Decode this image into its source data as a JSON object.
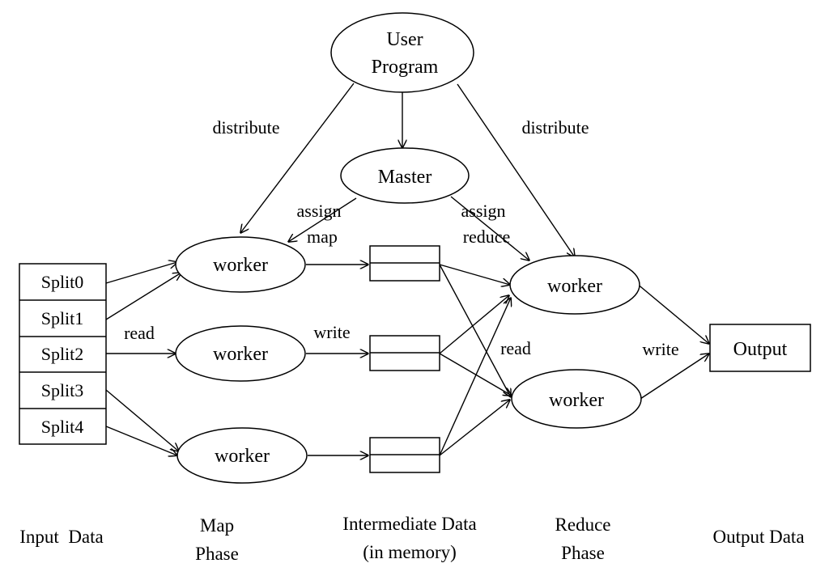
{
  "nodes": {
    "user_program": [
      "User",
      "Program"
    ],
    "master": "Master",
    "map_workers": [
      "worker",
      "worker",
      "worker"
    ],
    "reduce_workers": [
      "worker",
      "worker"
    ],
    "splits": [
      "Split0",
      "Split1",
      "Split2",
      "Split3",
      "Split4"
    ],
    "output": "Output"
  },
  "edge_labels": {
    "distribute_left": "distribute",
    "distribute_right": "distribute",
    "assign_map": [
      "assign",
      "map"
    ],
    "assign_reduce": [
      "assign",
      "reduce"
    ],
    "read_input": "read",
    "write_intermediate": "write",
    "read_intermediate": "read",
    "write_output": "write"
  },
  "phases": {
    "input": [
      "Input  Data"
    ],
    "map": [
      "Map",
      "Phase"
    ],
    "intermediate": [
      "Intermediate Data",
      "(in memory)"
    ],
    "reduce": [
      "Reduce",
      "Phase"
    ],
    "output": [
      "Output Data"
    ]
  }
}
